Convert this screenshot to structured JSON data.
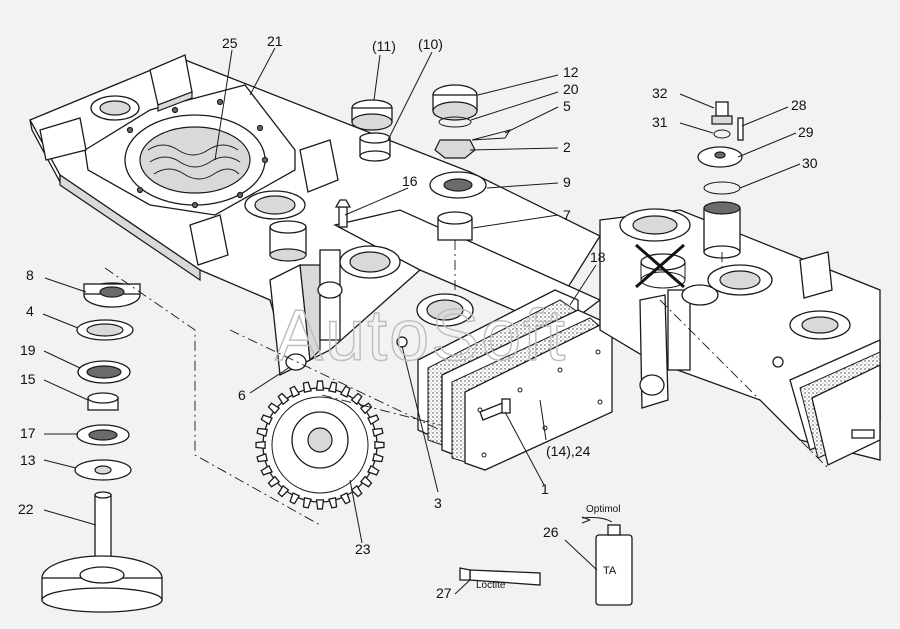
{
  "callouts": [
    "25",
    "21",
    "(11)",
    "(10)",
    "12",
    "20",
    "5",
    "2",
    "9",
    "7",
    "16",
    "18",
    "8",
    "4",
    "19",
    "15",
    "17",
    "13",
    "22",
    "6",
    "3",
    "1",
    "(14),24",
    "23",
    "26",
    "27",
    "32",
    "31",
    "28",
    "29",
    "30"
  ],
  "consumables": {
    "spray_name": "Optimol",
    "spray_can_text": "TA",
    "tube_name": "Loctite"
  },
  "watermark": "AutoSoft",
  "forbidden_marker": "cross-out"
}
